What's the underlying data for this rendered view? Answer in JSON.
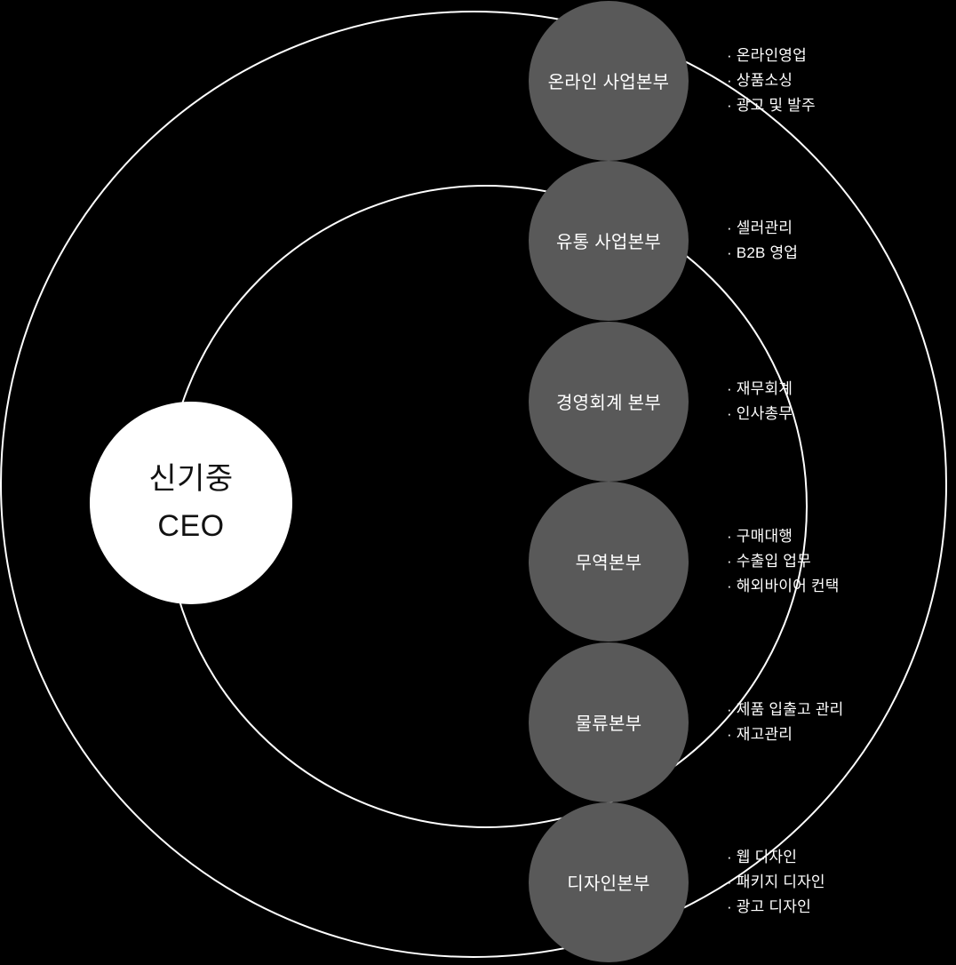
{
  "diagram": {
    "ceo": {
      "name": "신기중",
      "title": "CEO"
    },
    "departments": [
      {
        "label": "온라인 사업본부",
        "items": [
          "· 온라인영업",
          "· 상품소싱",
          "· 광고 및 발주"
        ]
      },
      {
        "label": "유통 사업본부",
        "items": [
          "· 셀러관리",
          "· B2B 영업"
        ]
      },
      {
        "label": "경영회계 본부",
        "items": [
          "· 재무회계",
          "· 인사총무"
        ]
      },
      {
        "label": "무역본부",
        "items": [
          "· 구매대행",
          "· 수출입 업무",
          "· 해외바이어 컨택"
        ]
      },
      {
        "label": "물류본부",
        "items": [
          "· 제품 입출고 관리",
          "· 재고관리"
        ]
      },
      {
        "label": "디자인본부",
        "items": [
          "· 웹 디자인",
          "· 패키지 디자인",
          "· 광고 디자인"
        ]
      }
    ],
    "colors": {
      "background": "#000000",
      "node_fill": "#595959",
      "ring_stroke": "#ffffff",
      "ceo_fill": "#ffffff",
      "text_light": "#ffffff",
      "text_dark": "#111111"
    }
  }
}
